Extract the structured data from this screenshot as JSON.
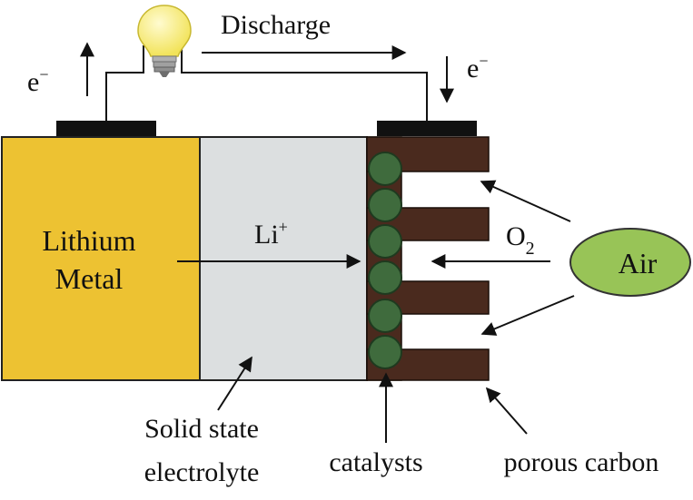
{
  "labels": {
    "discharge": "Discharge",
    "electron_left": "e",
    "electron_right": "e",
    "electron_charge": "−",
    "lithium_line1": "Lithium",
    "lithium_line2": "Metal",
    "li_ion": "Li",
    "li_charge": "+",
    "oxygen": "O",
    "oxygen_subscript": "2",
    "air": "Air",
    "solid_line1": "Solid state",
    "solid_line2": "electrolyte",
    "catalysts": "catalysts",
    "porous_carbon": "porous carbon"
  },
  "colors": {
    "lithium": "#edc232",
    "electrolyte": "#dcdfe0",
    "carbon": "#4a2a1e",
    "catalyst": "#3f6b3d",
    "catalyst_edge": "#1e3a1f",
    "air": "#98c457",
    "terminal": "#111111",
    "bulb": "#f4e96a",
    "bulb_base": "#9a9a9a"
  },
  "icons": {
    "bulb": "light-bulb-icon"
  }
}
